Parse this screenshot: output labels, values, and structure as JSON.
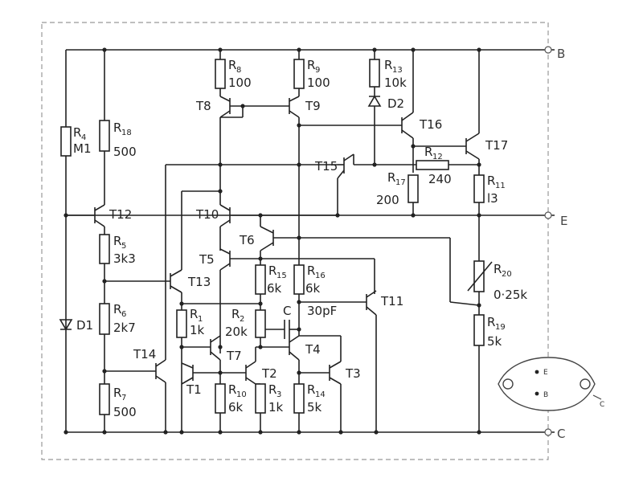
{
  "terminals": {
    "B": "B",
    "E": "E",
    "C": "C"
  },
  "resistors": {
    "R4": {
      "letter": "R",
      "sub": "4",
      "value": "M1"
    },
    "R18": {
      "letter": "R",
      "sub": "18",
      "value": "500"
    },
    "R8": {
      "letter": "R",
      "sub": "8",
      "value": "100"
    },
    "R9": {
      "letter": "R",
      "sub": "9",
      "value": "100"
    },
    "R13": {
      "letter": "R",
      "sub": "13",
      "value": "10k"
    },
    "R12": {
      "letter": "R",
      "sub": "12",
      "value": "240"
    },
    "R17": {
      "letter": "R",
      "sub": "17",
      "value": "200"
    },
    "R11": {
      "letter": "R",
      "sub": "11",
      "value": "l3"
    },
    "R5": {
      "letter": "R",
      "sub": "5",
      "value": "3k3"
    },
    "R6": {
      "letter": "R",
      "sub": "6",
      "value": "2k7"
    },
    "R7": {
      "letter": "R",
      "sub": "7",
      "value": "500"
    },
    "R1": {
      "letter": "R",
      "sub": "1",
      "value": "1k"
    },
    "R2": {
      "letter": "R",
      "sub": "2",
      "value": "20k"
    },
    "R15": {
      "letter": "R",
      "sub": "15",
      "value": "6k"
    },
    "R16": {
      "letter": "R",
      "sub": "16",
      "value": "6k"
    },
    "R10": {
      "letter": "R",
      "sub": "10",
      "value": "6k"
    },
    "R3": {
      "letter": "R",
      "sub": "3",
      "value": "1k"
    },
    "R14": {
      "letter": "R",
      "sub": "14",
      "value": "5k"
    },
    "R19": {
      "letter": "R",
      "sub": "19",
      "value": "5k"
    },
    "R20": {
      "letter": "R",
      "sub": "20",
      "value": "0·25k"
    }
  },
  "transistors": {
    "T1": "T1",
    "T2": "T2",
    "T3": "T3",
    "T4": "T4",
    "T5": "T5",
    "T6": "T6",
    "T7": "T7",
    "T8": "T8",
    "T9": "T9",
    "T10": "T10",
    "T11": "T11",
    "T12": "T12",
    "T13": "T13",
    "T14": "T14",
    "T15": "T15",
    "T16": "T16",
    "T17": "T17"
  },
  "diodes": {
    "D1": "D1",
    "D2": "D2"
  },
  "capacitor": {
    "name": "C",
    "value": "30pF"
  },
  "package": {
    "E": "E",
    "B": "B",
    "C": "C"
  }
}
